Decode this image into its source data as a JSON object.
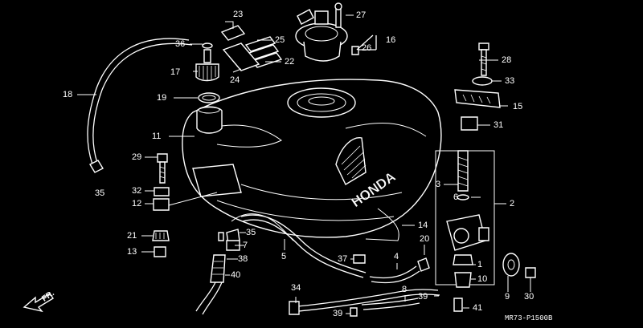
{
  "diagram": {
    "drawing_code": "MR73-P1500B",
    "direction_label": "FR.",
    "brand_lettering": "HONDA",
    "callouts": {
      "c1": "1",
      "c2": "2",
      "c3": "3",
      "c4": "4",
      "c5": "5",
      "c6": "6",
      "c7": "7",
      "c8": "8",
      "c9": "9",
      "c10": "10",
      "c11": "11",
      "c12": "12",
      "c13": "13",
      "c14": "14",
      "c15": "15",
      "c16": "16",
      "c17": "17",
      "c18": "18",
      "c19": "19",
      "c20": "20",
      "c21": "21",
      "c22": "22",
      "c23": "23",
      "c24": "24",
      "c25": "25",
      "c26": "26",
      "c27": "27",
      "c28": "28",
      "c29": "29",
      "c30": "30",
      "c31": "31",
      "c32": "32",
      "c33": "33",
      "c34": "34",
      "c35a": "35",
      "c35b": "35",
      "c36": "36",
      "c37": "37",
      "c38": "38",
      "c39a": "39",
      "c39b": "39",
      "c40": "40",
      "c41": "41"
    }
  }
}
